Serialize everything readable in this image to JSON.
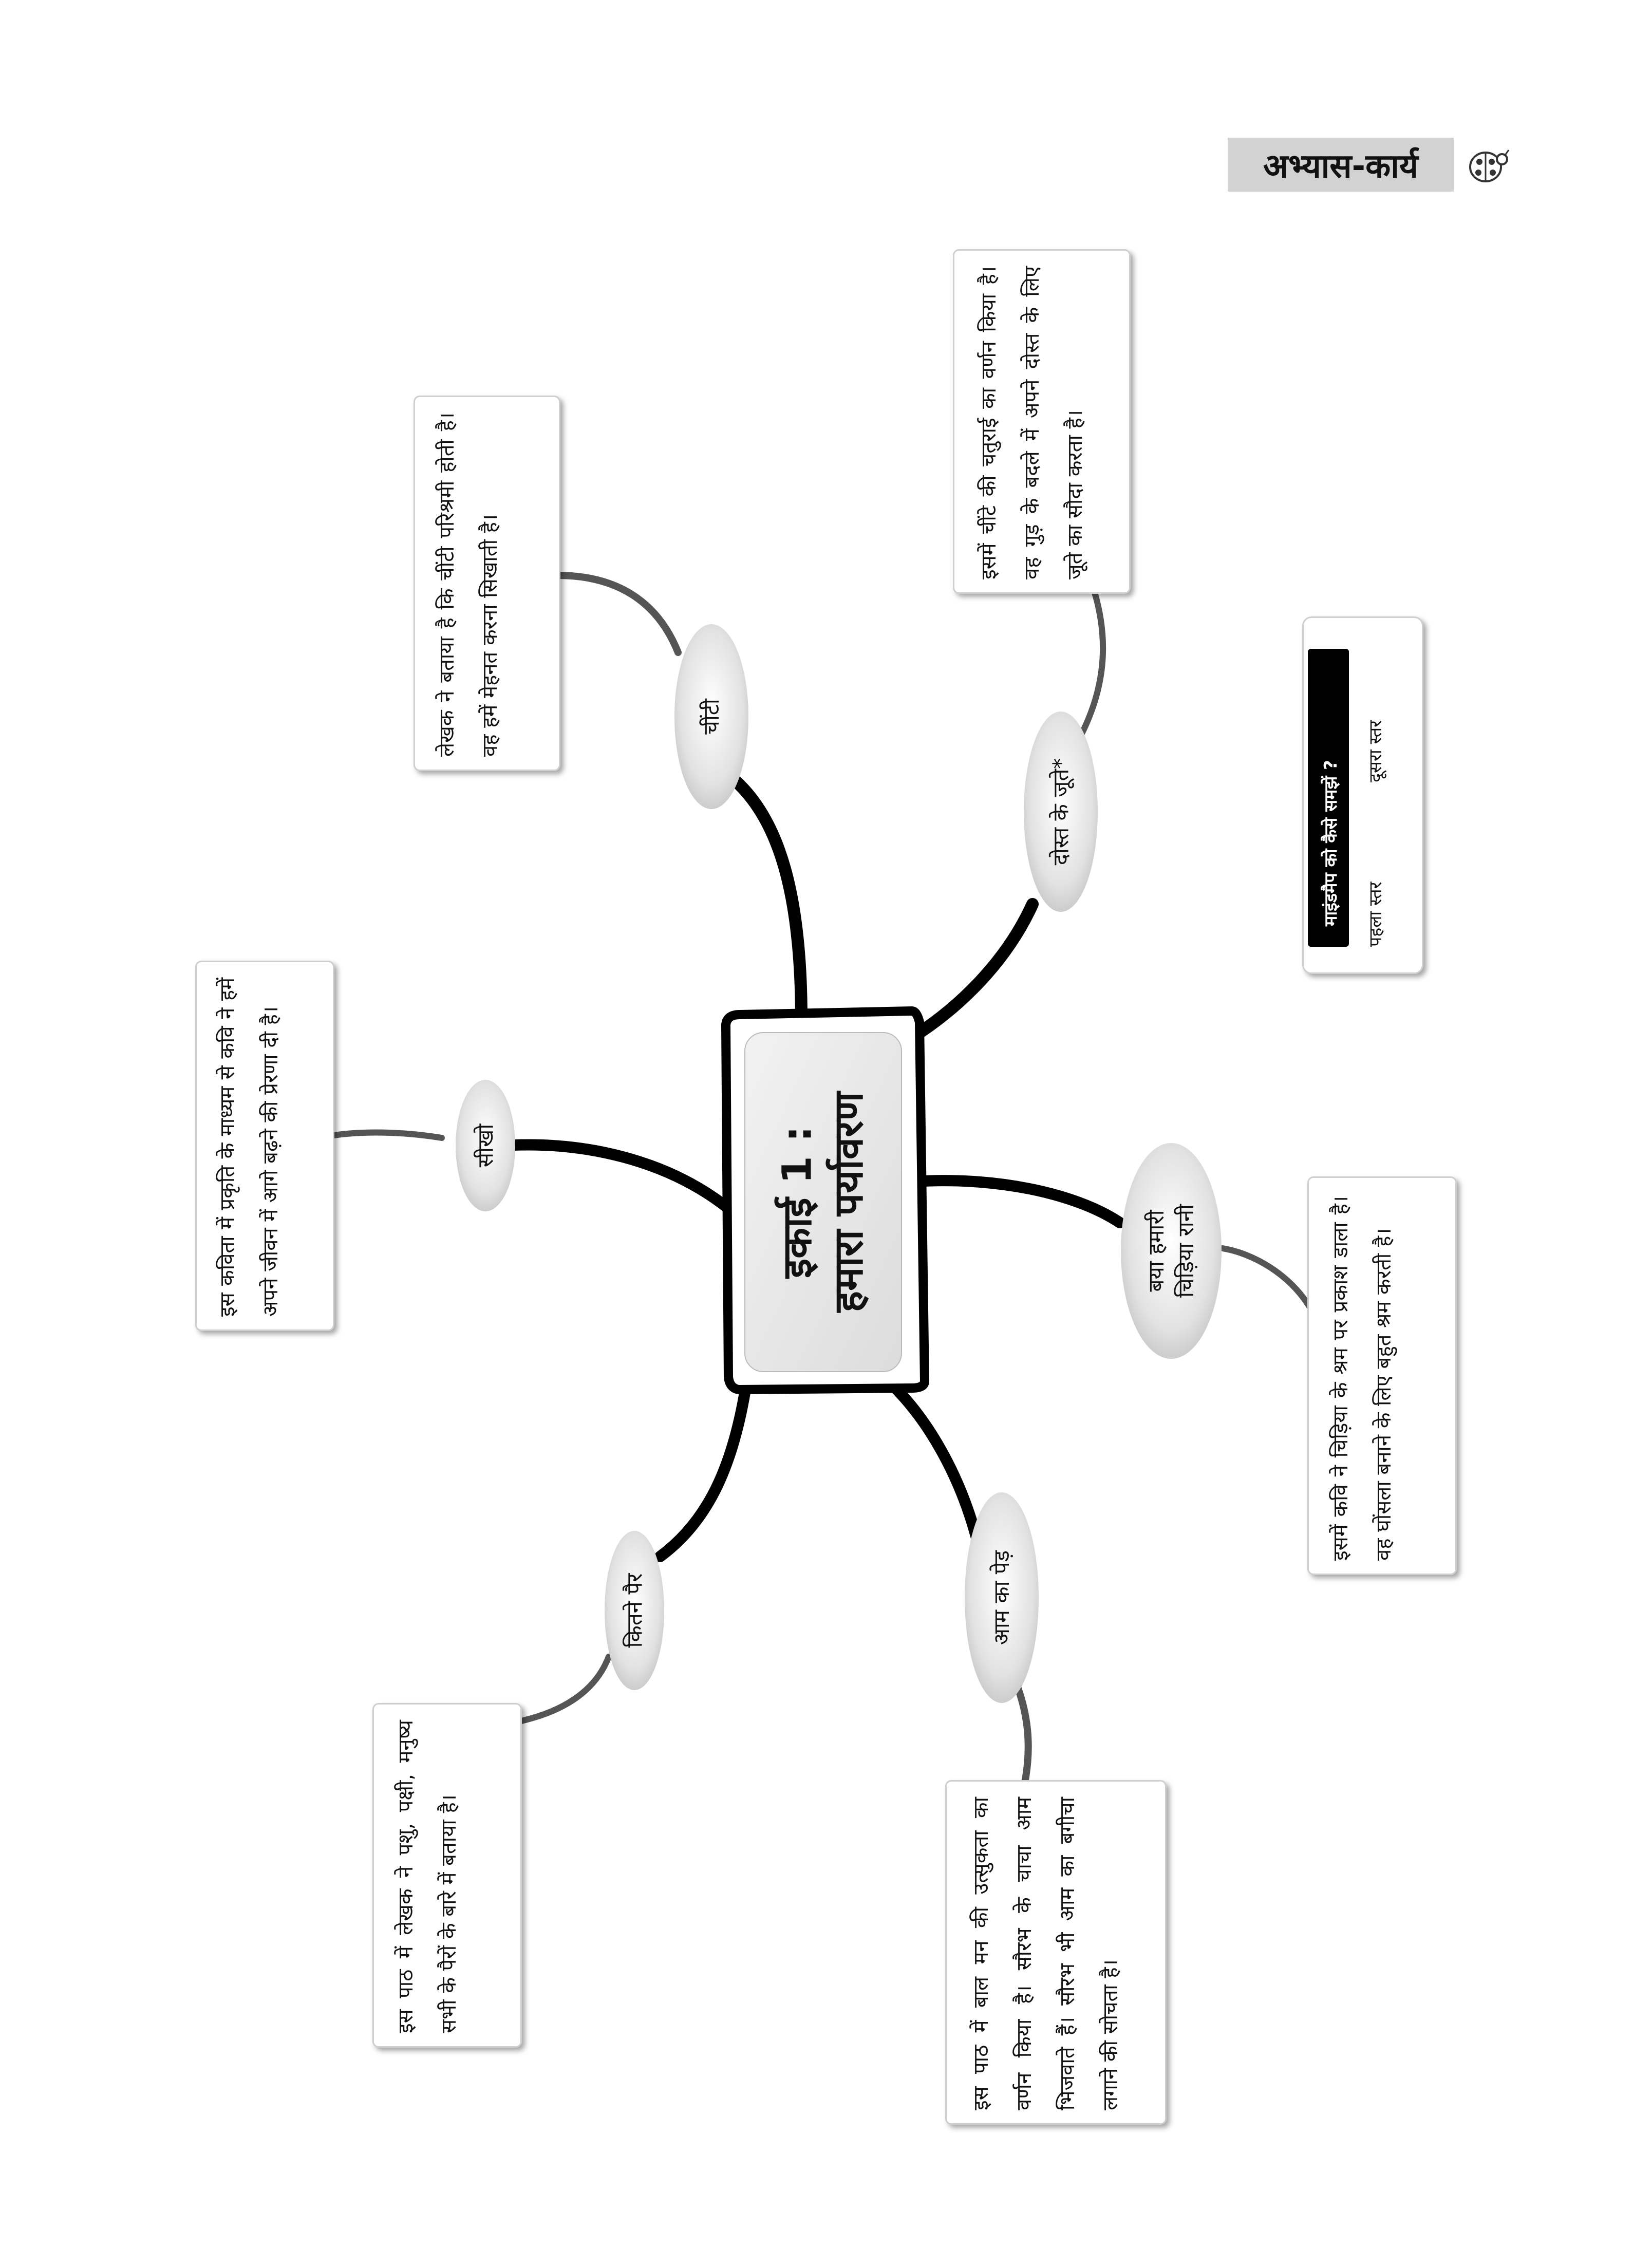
{
  "header": {
    "label": "अभ्यास-कार्य",
    "icon": "ladybug-icon"
  },
  "center": {
    "line1": "इकाई 1 :",
    "line2": "हमारा पर्यावरण"
  },
  "branches": [
    {
      "id": "chinti",
      "label": "चींटी",
      "note": "लेखक ने बताया है कि चींटी परिश्रमी होती है। वह हमें मेहनत करना सिखाती है।"
    },
    {
      "id": "dost",
      "label": "दोस्त के जूते*",
      "note": "इसमें चींटे की चतुराई का वर्णन किया है। वह गुड़ के बदले में अपने दोस्त के लिए जूते का सौदा करता है।"
    },
    {
      "id": "seekho",
      "label": "सीखो",
      "note": "इस कविता में प्रकृति के माध्यम से कवि ने हमें अपने जीवन में आगे बढ़ने की प्रेरणा दी है।"
    },
    {
      "id": "baya",
      "label": "बया हमारी चिड़िया रानी",
      "label_line1": "बया हमारी",
      "label_line2": "चिड़िया रानी",
      "note": "इसमें कवि ने चिड़िया के श्रम पर प्रकाश डाला है। वह घोंसला बनाने के लिए बहुत श्रम करती है।"
    },
    {
      "id": "kitne",
      "label": "कितने पैर",
      "note": "इस पाठ में लेखक ने पशु, पक्षी, मनुष्य सभी के पैरों के बारे में बताया है।"
    },
    {
      "id": "aam",
      "label": "आम का पेड़",
      "note": "इस पाठ में बाल मन की उत्सुकता का वर्णन किया है। सौरभ के चाचा आम भिजवाते हैं। सौरभ भी आम का बगीचा लगाने की सोचता है।"
    }
  ],
  "legend": {
    "title": "माइंडमैप को कैसे समझें ?",
    "level1": "पहला स्तर",
    "level2": "दूसरा स्तर"
  }
}
